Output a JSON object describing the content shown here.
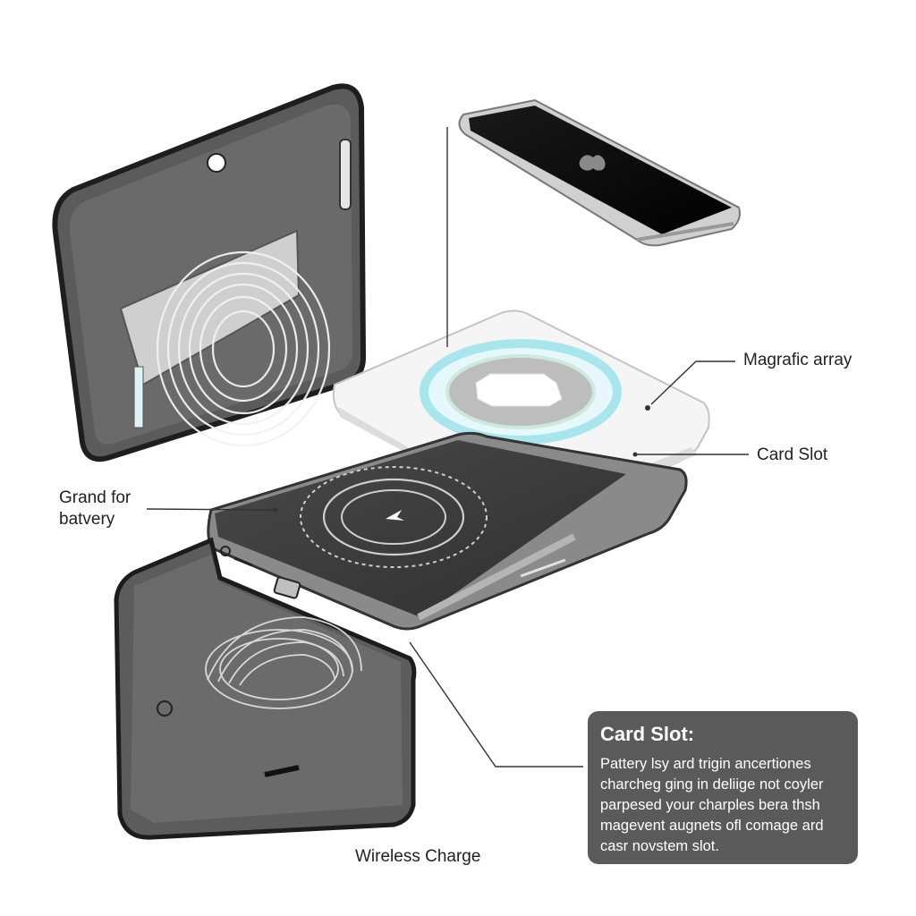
{
  "labels": {
    "magnetic_array": "Magrafic array",
    "card_slot": "Card Slot",
    "grand_line1": "Grand for",
    "grand_line2": "batvery",
    "wireless_charge": "Wireless Charge"
  },
  "info_box": {
    "title": "Card Slot:",
    "lines": [
      "Pattery lsy ard trigin ancertiones",
      "charcheg ging in deliige not coyler",
      "parpesed your charples bera thsh",
      "magevent augnets ofl comage ard",
      "casr novstem slot."
    ]
  },
  "colors": {
    "device_dark": "#3b3b3b",
    "device_mid": "#6e6e6e",
    "pad_white": "#f4f4f4",
    "ring_glow": "#a8e6ee",
    "info_box_bg": "#5a5a5a"
  }
}
